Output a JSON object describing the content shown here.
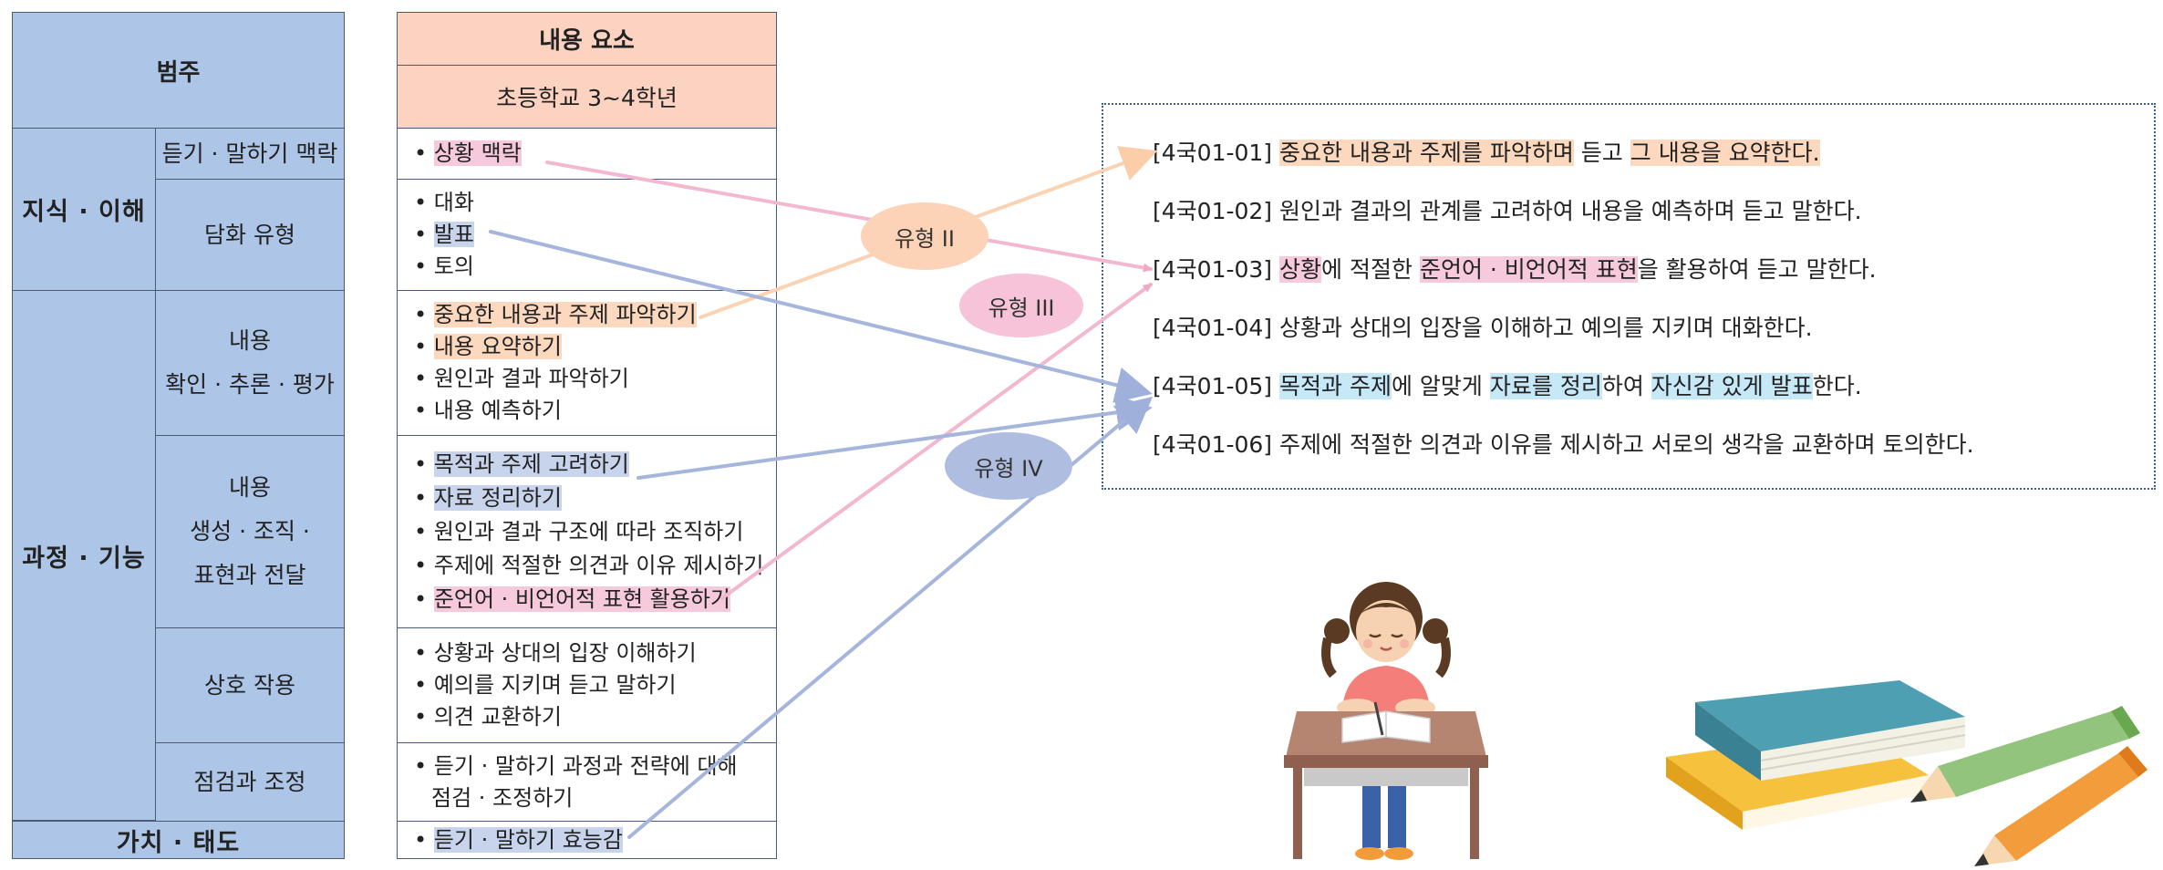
{
  "left_table": {
    "header": "범주",
    "category_knowledge": "지식 · 이해",
    "category_process": "과정 · 기능",
    "category_value": "가치 · 태도",
    "sub_context": "듣기 · 말하기 맥락",
    "sub_discourse": "담화 유형",
    "sub_content_check": [
      "내용",
      "확인 · 추론 · 평가"
    ],
    "sub_content_create": [
      "내용",
      "생성 · 조직 ·",
      "표현과 전달"
    ],
    "sub_interaction": "상호 작용",
    "sub_inspection": "점검과 조정"
  },
  "middle_table": {
    "header": "내용 요소",
    "subheader": "초등학교 3~4학년",
    "row1": [
      "상황 맥락"
    ],
    "row2": [
      "대화",
      "발표",
      "토의"
    ],
    "row3": [
      "중요한 내용과 주제 파악하기",
      "내용 요약하기",
      "원인과 결과 파악하기",
      "내용 예측하기"
    ],
    "row4": [
      "목적과 주제 고려하기",
      "자료 정리하기",
      "원인과 결과 구조에 따라 조직하기",
      "주제에 적절한 의견과 이유 제시하기",
      "준언어 · 비언어적 표현 활용하기"
    ],
    "row5": [
      "상황과 상대의 입장 이해하기",
      "예의를 지키며 듣고 말하기",
      "의견 교환하기"
    ],
    "row6": [
      "듣기 · 말하기 과정과 전략에 대해",
      "점검 · 조정하기"
    ],
    "row7": [
      "듣기 · 말하기 효능감"
    ],
    "bullet": "•"
  },
  "types": {
    "type2": "유형 II",
    "type3": "유형 III",
    "type4": "유형 IV"
  },
  "standards": {
    "s1": {
      "code": "[4국01-01] ",
      "p1": "중요한 내용과 주제를 파악하며",
      "p2": " 듣고 ",
      "p3": "그 내용을 요약한다."
    },
    "s2": {
      "text": "[4국01-02] 원인과 결과의 관계를 고려하여 내용을 예측하며 듣고 말한다."
    },
    "s3": {
      "code": "[4국01-03] ",
      "p1": "상황",
      "p2": "에 적절한 ",
      "p3": "준언어 · 비언어적 표현",
      "p4": "을 활용하여 듣고 말한다."
    },
    "s4": {
      "text": "[4국01-04] 상황과 상대의 입장을 이해하고 예의를 지키며 대화한다."
    },
    "s5": {
      "code": "[4국01-05] ",
      "p1": "목적과 주제",
      "p2": "에 알맞게 ",
      "p3": "자료를 정리",
      "p4": "하여 ",
      "p5": "자신감 있게 발표",
      "p6": "한다."
    },
    "s6": {
      "text": "[4국01-06] 주제에 적절한 의견과 이유를 제시하고 서로의 생각을 교환하며 토의한다."
    }
  },
  "colors": {
    "category_blue": "#adc5e7",
    "header_peach": "#fcd3c0",
    "pink_arrow": "#f2b8d0",
    "orange_arrow": "#fbd3b3",
    "blue_arrow": "#a5b5dc",
    "dotted_border": "#3a5f8f"
  }
}
